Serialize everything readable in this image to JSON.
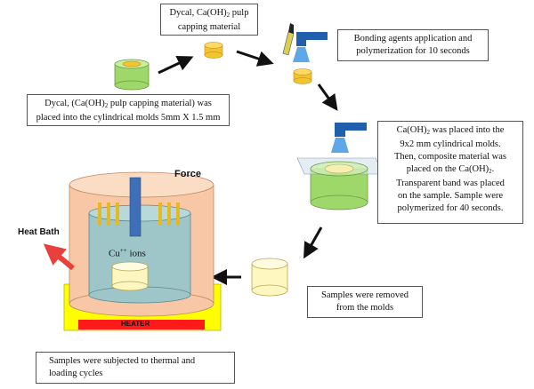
{
  "steps": {
    "capping_title": "Dycal, Ca(OH)",
    "capping_title_sub": "2",
    "capping_title_rest": " pulp",
    "capping_line2": "capping material",
    "bonding_line1": "Bonding agents application and",
    "bonding_line2": "polymerization for 10 seconds",
    "placed_line1": "Dycal, (Ca(OH)",
    "placed_line1_sub": "2",
    "placed_line1_rest": " pulp capping material) was",
    "placed_line2": "placed into the cylindrical molds 5mm X 1.5 mm",
    "caoh_line1_a": "Ca(OH)",
    "caoh_line1_sub": "2",
    "caoh_line1_b": "  was placed into the",
    "caoh_line2": "9x2 mm cylindrical molds.",
    "caoh_line3": "Then, composite material was",
    "caoh_line4_a": "placed on the Ca(OH)",
    "caoh_line4_sub": "2",
    "caoh_line4_b": ".",
    "caoh_line5": "Transparent band was placed",
    "caoh_line6": "on the sample. Sample were",
    "caoh_line7": "polymerized for 40 seconds.",
    "removed_line1": "Samples were removed",
    "removed_line2": "from the molds",
    "cycles_line1": "Samples were subjected to thermal and",
    "cycles_line2": "loading cycles"
  },
  "apparatus": {
    "force_label": "Force",
    "heat_bath_label": "Heat Bath",
    "ions_label": "Cu",
    "ions_sup": "++",
    "ions_rest": " ions",
    "heater_label": "HEATER"
  },
  "colors": {
    "arrow": "#111111",
    "sample_yellow": "#f4c430",
    "mold_green": "#9ed86a",
    "outer_bath": "#f7c7a6",
    "inner_bath": "#9ec6c9",
    "heater_base": "#ffff00",
    "heater_bar": "#ff1a1a",
    "force_rod": "#3f6fb8",
    "light_cure": "#1f5fae",
    "heat_arrow": "#e8403b"
  }
}
